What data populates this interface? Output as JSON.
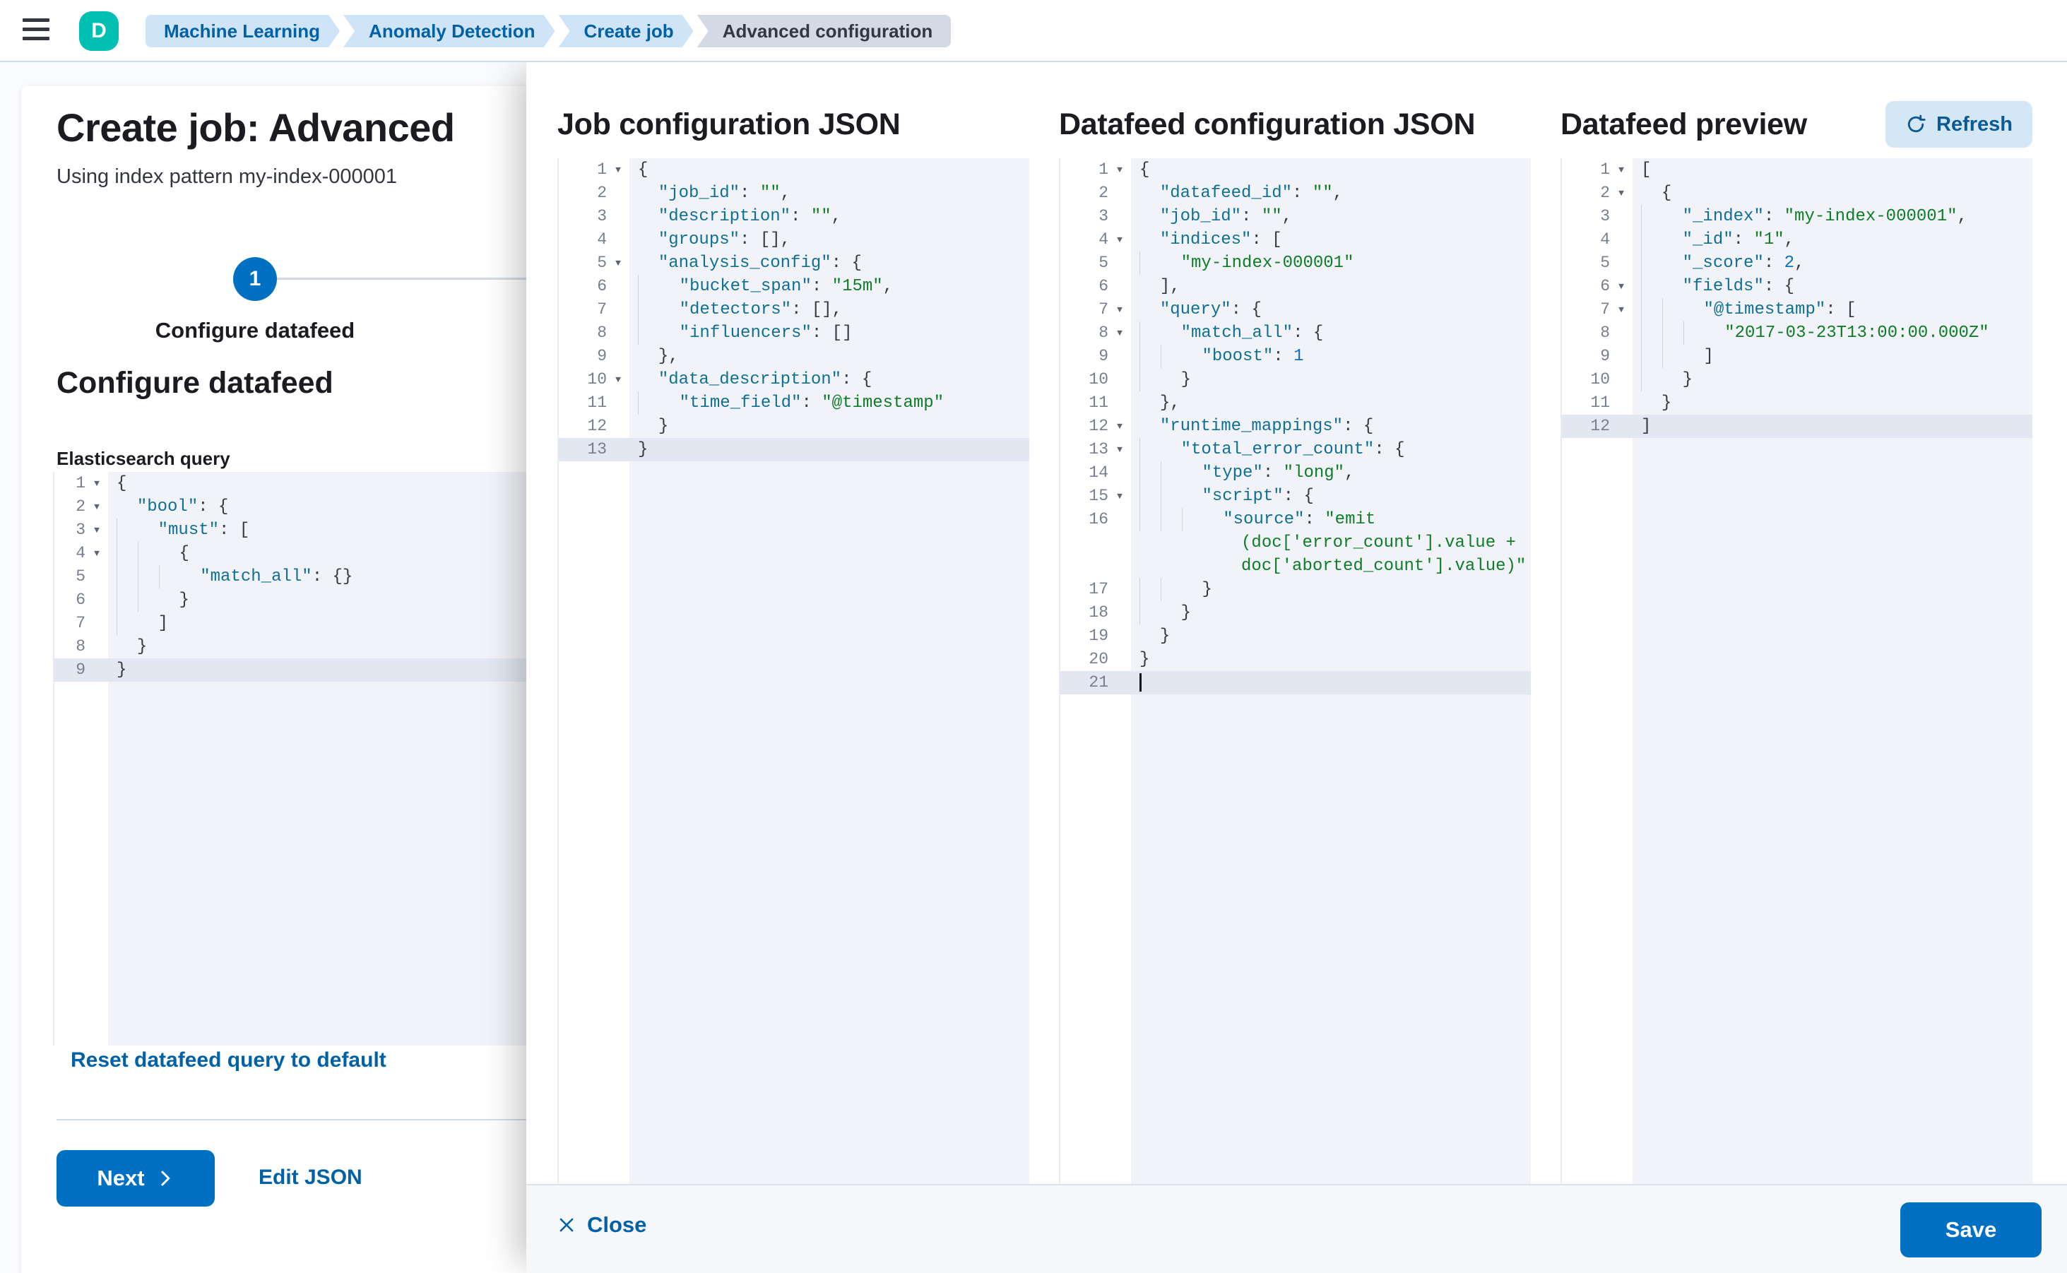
{
  "topbar": {
    "avatar_initial": "D",
    "breadcrumbs": [
      {
        "label": "Machine Learning"
      },
      {
        "label": "Anomaly Detection"
      },
      {
        "label": "Create job"
      },
      {
        "label": "Advanced configuration"
      }
    ]
  },
  "wizard": {
    "title": "Create job: Advanced",
    "subtitle": "Using index pattern my-index-000001",
    "step_number": "1",
    "step_label": "Configure datafeed",
    "section_heading": "Configure datafeed",
    "query_label": "Elasticsearch query",
    "reset_link": "Reset datafeed query to default",
    "next_button": "Next",
    "edit_json_link": "Edit JSON"
  },
  "flyout": {
    "job_column_title": "Job configuration JSON",
    "datafeed_column_title": "Datafeed configuration JSON",
    "preview_column_title": "Datafeed preview",
    "refresh_button": "Refresh",
    "close_button": "Close",
    "save_button": "Save"
  },
  "colors": {
    "primary": "#0071c2",
    "link": "#0061a6",
    "avatar": "#00bfb3",
    "code_key": "#0f7093",
    "code_string": "#0e7d28",
    "code_number": "#0d73b8",
    "active_line": "#e2e7f1"
  },
  "editors": {
    "es_query": {
      "lines": [
        {
          "n": "1",
          "f": 1,
          "i": 0,
          "t": [
            [
              "p",
              "{"
            ]
          ]
        },
        {
          "n": "2",
          "f": 1,
          "i": 1,
          "t": [
            [
              "k",
              "\"bool\""
            ],
            [
              "p",
              ": {"
            ]
          ]
        },
        {
          "n": "3",
          "f": 1,
          "i": 2,
          "t": [
            [
              "k",
              "\"must\""
            ],
            [
              "p",
              ": ["
            ]
          ]
        },
        {
          "n": "4",
          "f": 1,
          "i": 3,
          "t": [
            [
              "p",
              "{"
            ]
          ]
        },
        {
          "n": "5",
          "i": 4,
          "t": [
            [
              "k",
              "\"match_all\""
            ],
            [
              "p",
              ": {}"
            ]
          ]
        },
        {
          "n": "6",
          "i": 3,
          "t": [
            [
              "p",
              "}"
            ]
          ]
        },
        {
          "n": "7",
          "i": 2,
          "t": [
            [
              "p",
              "]"
            ]
          ]
        },
        {
          "n": "8",
          "i": 1,
          "t": [
            [
              "p",
              "}"
            ]
          ]
        },
        {
          "n": "9",
          "i": 0,
          "a": 1,
          "t": [
            [
              "p",
              "}"
            ]
          ]
        }
      ]
    },
    "job_config": {
      "lines": [
        {
          "n": "1",
          "f": 1,
          "i": 0,
          "t": [
            [
              "p",
              "{"
            ]
          ]
        },
        {
          "n": "2",
          "i": 1,
          "t": [
            [
              "k",
              "\"job_id\""
            ],
            [
              "p",
              ": "
            ],
            [
              "s",
              "\"\""
            ],
            [
              "p",
              ","
            ]
          ]
        },
        {
          "n": "3",
          "i": 1,
          "t": [
            [
              "k",
              "\"description\""
            ],
            [
              "p",
              ": "
            ],
            [
              "s",
              "\"\""
            ],
            [
              "p",
              ","
            ]
          ]
        },
        {
          "n": "4",
          "i": 1,
          "t": [
            [
              "k",
              "\"groups\""
            ],
            [
              "p",
              ": [],"
            ]
          ]
        },
        {
          "n": "5",
          "f": 1,
          "i": 1,
          "t": [
            [
              "k",
              "\"analysis_config\""
            ],
            [
              "p",
              ": {"
            ]
          ]
        },
        {
          "n": "6",
          "i": 2,
          "t": [
            [
              "k",
              "\"bucket_span\""
            ],
            [
              "p",
              ": "
            ],
            [
              "s",
              "\"15m\""
            ],
            [
              "p",
              ","
            ]
          ]
        },
        {
          "n": "7",
          "i": 2,
          "t": [
            [
              "k",
              "\"detectors\""
            ],
            [
              "p",
              ": [],"
            ]
          ]
        },
        {
          "n": "8",
          "i": 2,
          "t": [
            [
              "k",
              "\"influencers\""
            ],
            [
              "p",
              ": []"
            ]
          ]
        },
        {
          "n": "9",
          "i": 1,
          "t": [
            [
              "p",
              "},"
            ]
          ]
        },
        {
          "n": "10",
          "f": 1,
          "i": 1,
          "t": [
            [
              "k",
              "\"data_description\""
            ],
            [
              "p",
              ": {"
            ]
          ]
        },
        {
          "n": "11",
          "i": 2,
          "t": [
            [
              "k",
              "\"time_field\""
            ],
            [
              "p",
              ": "
            ],
            [
              "s",
              "\"@timestamp\""
            ]
          ]
        },
        {
          "n": "12",
          "i": 1,
          "t": [
            [
              "p",
              "}"
            ]
          ]
        },
        {
          "n": "13",
          "i": 0,
          "a": 1,
          "t": [
            [
              "p",
              "}"
            ]
          ]
        }
      ]
    },
    "datafeed_config": {
      "lines": [
        {
          "n": "1",
          "f": 1,
          "i": 0,
          "t": [
            [
              "p",
              "{"
            ]
          ]
        },
        {
          "n": "2",
          "i": 1,
          "t": [
            [
              "k",
              "\"datafeed_id\""
            ],
            [
              "p",
              ": "
            ],
            [
              "s",
              "\"\""
            ],
            [
              "p",
              ","
            ]
          ]
        },
        {
          "n": "3",
          "i": 1,
          "t": [
            [
              "k",
              "\"job_id\""
            ],
            [
              "p",
              ": "
            ],
            [
              "s",
              "\"\""
            ],
            [
              "p",
              ","
            ]
          ]
        },
        {
          "n": "4",
          "f": 1,
          "i": 1,
          "t": [
            [
              "k",
              "\"indices\""
            ],
            [
              "p",
              ": ["
            ]
          ]
        },
        {
          "n": "5",
          "i": 2,
          "t": [
            [
              "s",
              "\"my-index-000001\""
            ]
          ]
        },
        {
          "n": "6",
          "i": 1,
          "t": [
            [
              "p",
              "],"
            ]
          ]
        },
        {
          "n": "7",
          "f": 1,
          "i": 1,
          "t": [
            [
              "k",
              "\"query\""
            ],
            [
              "p",
              ": {"
            ]
          ]
        },
        {
          "n": "8",
          "f": 1,
          "i": 2,
          "t": [
            [
              "k",
              "\"match_all\""
            ],
            [
              "p",
              ": {"
            ]
          ]
        },
        {
          "n": "9",
          "i": 3,
          "t": [
            [
              "k",
              "\"boost\""
            ],
            [
              "p",
              ": "
            ],
            [
              "n",
              "1"
            ]
          ]
        },
        {
          "n": "10",
          "i": 2,
          "t": [
            [
              "p",
              "}"
            ]
          ]
        },
        {
          "n": "11",
          "i": 1,
          "t": [
            [
              "p",
              "},"
            ]
          ]
        },
        {
          "n": "12",
          "f": 1,
          "i": 1,
          "t": [
            [
              "k",
              "\"runtime_mappings\""
            ],
            [
              "p",
              ": {"
            ]
          ]
        },
        {
          "n": "13",
          "f": 1,
          "i": 2,
          "t": [
            [
              "k",
              "\"total_error_count\""
            ],
            [
              "p",
              ": {"
            ]
          ]
        },
        {
          "n": "14",
          "i": 3,
          "t": [
            [
              "k",
              "\"type\""
            ],
            [
              "p",
              ": "
            ],
            [
              "s",
              "\"long\""
            ],
            [
              "p",
              ","
            ]
          ]
        },
        {
          "n": "15",
          "f": 1,
          "i": 3,
          "t": [
            [
              "k",
              "\"script\""
            ],
            [
              "p",
              ": {"
            ]
          ]
        },
        {
          "n": "16",
          "i": 4,
          "t": [
            [
              "k",
              "\"source\""
            ],
            [
              "p",
              ": "
            ],
            [
              "s",
              "\"emit"
            ]
          ]
        },
        {
          "n": "",
          "i": 0,
          "t": [
            [
              "w",
              "          "
            ],
            [
              "s",
              "(doc['error_count'].value +"
            ]
          ]
        },
        {
          "n": "",
          "i": 0,
          "t": [
            [
              "w",
              "          "
            ],
            [
              "s",
              "doc['aborted_count'].value)\""
            ]
          ]
        },
        {
          "n": "17",
          "i": 3,
          "t": [
            [
              "p",
              "}"
            ]
          ]
        },
        {
          "n": "18",
          "i": 2,
          "t": [
            [
              "p",
              "}"
            ]
          ]
        },
        {
          "n": "19",
          "i": 1,
          "t": [
            [
              "p",
              "}"
            ]
          ]
        },
        {
          "n": "20",
          "i": 0,
          "t": [
            [
              "p",
              "}"
            ]
          ]
        },
        {
          "n": "21",
          "i": 0,
          "a": 1,
          "cur": 1,
          "t": []
        }
      ]
    },
    "datafeed_preview": {
      "lines": [
        {
          "n": "1",
          "f": 1,
          "i": 0,
          "t": [
            [
              "p",
              "["
            ]
          ]
        },
        {
          "n": "2",
          "f": 1,
          "i": 1,
          "t": [
            [
              "p",
              "{"
            ]
          ]
        },
        {
          "n": "3",
          "i": 2,
          "t": [
            [
              "k",
              "\"_index\""
            ],
            [
              "p",
              ": "
            ],
            [
              "s",
              "\"my-index-000001\""
            ],
            [
              "p",
              ","
            ]
          ]
        },
        {
          "n": "4",
          "i": 2,
          "t": [
            [
              "k",
              "\"_id\""
            ],
            [
              "p",
              ": "
            ],
            [
              "s",
              "\"1\""
            ],
            [
              "p",
              ","
            ]
          ]
        },
        {
          "n": "5",
          "i": 2,
          "t": [
            [
              "k",
              "\"_score\""
            ],
            [
              "p",
              ": "
            ],
            [
              "n",
              "2"
            ],
            [
              "p",
              ","
            ]
          ]
        },
        {
          "n": "6",
          "f": 1,
          "i": 2,
          "t": [
            [
              "k",
              "\"fields\""
            ],
            [
              "p",
              ": {"
            ]
          ]
        },
        {
          "n": "7",
          "f": 1,
          "i": 3,
          "t": [
            [
              "k",
              "\"@timestamp\""
            ],
            [
              "p",
              ": ["
            ]
          ]
        },
        {
          "n": "8",
          "i": 4,
          "t": [
            [
              "s",
              "\"2017-03-23T13:00:00.000Z\""
            ]
          ]
        },
        {
          "n": "9",
          "i": 3,
          "t": [
            [
              "p",
              "]"
            ]
          ]
        },
        {
          "n": "10",
          "i": 2,
          "t": [
            [
              "p",
              "}"
            ]
          ]
        },
        {
          "n": "11",
          "i": 1,
          "t": [
            [
              "p",
              "}"
            ]
          ]
        },
        {
          "n": "12",
          "i": 0,
          "a": 1,
          "t": [
            [
              "p",
              "]"
            ]
          ]
        }
      ]
    }
  }
}
